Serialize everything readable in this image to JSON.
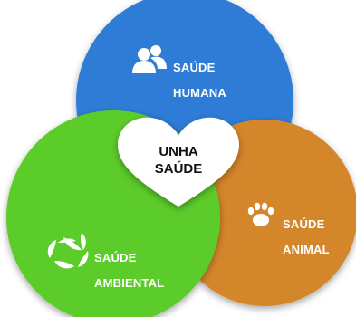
{
  "diagram": {
    "center_label_line1": "UNHA",
    "center_label_line2": "SAÚDE",
    "circles": [
      {
        "id": "human",
        "line1": "SAÚDE",
        "line2": "HUMANA",
        "color": "#2e7bd6",
        "icon": "people-icon"
      },
      {
        "id": "environmental",
        "line1": "SAÚDE",
        "line2": "AMBIENTAL",
        "color": "#5ccc2c",
        "icon": "recycle-leaves-icon"
      },
      {
        "id": "animal",
        "line1": "SAÚDE",
        "line2": "ANIMAL",
        "color": "#d4862a",
        "icon": "paw-icon"
      }
    ],
    "heart_color": "#ffffff",
    "text_color": "#ffffff"
  }
}
